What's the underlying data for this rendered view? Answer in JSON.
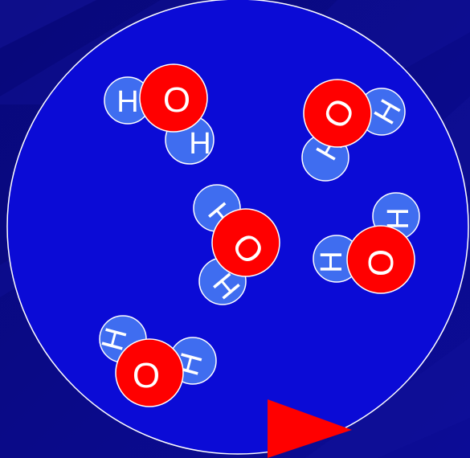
{
  "colors": {
    "background_dark": "#0a0a8c",
    "background_stripe": "#101098",
    "container_fill": "#0b0bd6",
    "container_stroke": "#ffffff",
    "oxygen": "#ff0000",
    "hydrogen": "#3f6df0",
    "atom_outline": "#ffffff",
    "play_triangle": "#ff0000"
  },
  "labels": {
    "oxygen": "O",
    "hydrogen": "H"
  },
  "molecule_count": 5,
  "icons": {
    "play": "play-triangle-icon"
  }
}
